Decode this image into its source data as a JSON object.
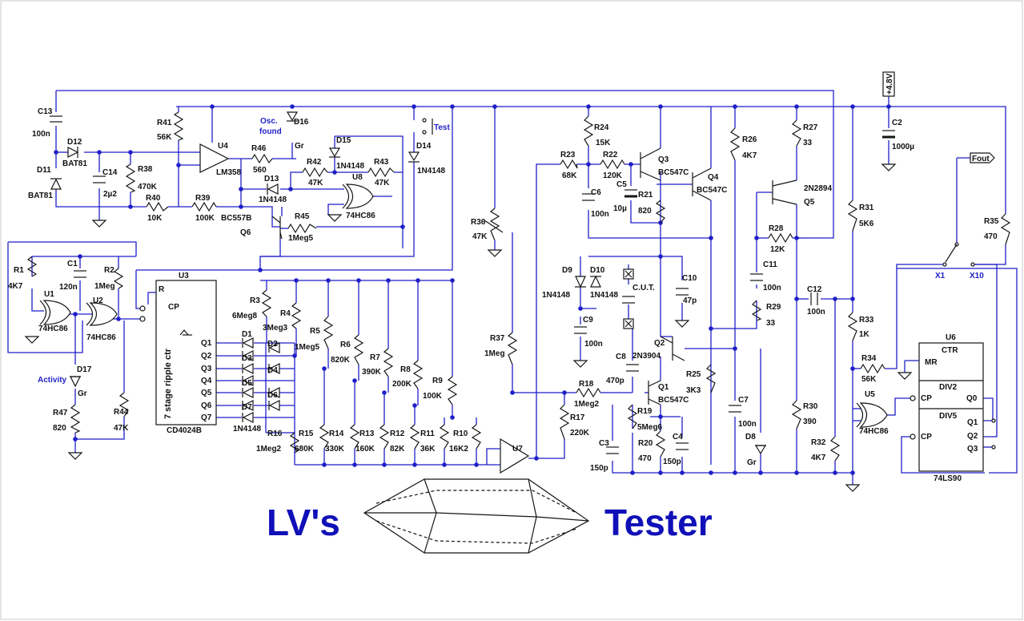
{
  "title": {
    "left": "LV's",
    "right": "Tester"
  },
  "supply": "+4.8V",
  "notes": {
    "osc": "Osc.",
    "found": "found",
    "activity": "Activity",
    "test": "Test",
    "cut": "C.U.T.",
    "fout": "Fout",
    "x1": "X1",
    "x10": "X10"
  },
  "ics": {
    "u1": "U1",
    "u1t": "74HC86",
    "u2": "U2",
    "u2t": "74HC86",
    "u3": "U3",
    "u3t": "CD4024B",
    "u3i": "7 stage ripple ctr",
    "u4": "U4",
    "u4t": "LM358",
    "u5": "U5",
    "u5t": "74HC86",
    "u6": "U6",
    "u6t": "74LS90",
    "u7": "U7",
    "u8": "U8",
    "u8t": "74HC86",
    "ctr": "CTR",
    "mr": "MR",
    "div2": "DIV2",
    "div5": "DIV5",
    "cp": "CP",
    "r": "R",
    "q0": "Q0",
    "q1": "Q1",
    "q2": "Q2",
    "q3": "Q3",
    "qa": "Q1",
    "qb": "Q2",
    "qc": "Q3",
    "qd": "Q4",
    "qe": "Q5",
    "qf": "Q6",
    "qg": "Q7"
  },
  "parts": {
    "R1": "R1",
    "R1v": "4K7",
    "R2": "R2",
    "R2v": "1Meg",
    "R3": "R3",
    "R3v": "6Meg8",
    "R4": "R4",
    "R4v": "3Meg3",
    "R5": "R5",
    "R5v": "1Meg5",
    "R6": "R6",
    "R6v": "820K",
    "R7": "R7",
    "R7v": "390K",
    "R8": "R8",
    "R8v": "200K",
    "R9": "R9",
    "R9v": "100K",
    "R10": "R10",
    "R10v": "16K2",
    "R11": "R11",
    "R11v": "36K",
    "R12": "R12",
    "R12v": "82K",
    "R13": "R13",
    "R13v": "160K",
    "R14": "R14",
    "R14v": "330K",
    "R15": "R15",
    "R15v": "680K",
    "R16": "R16",
    "R16v": "1Meg2",
    "R17": "R17",
    "R17v": "220K",
    "R18": "R18",
    "R18v": "1Meg2",
    "R19": "R19",
    "R19v": "5Meg6",
    "R20": "R20",
    "R20v": "470",
    "R21": "R21",
    "R21v": "820",
    "R22": "R22",
    "R22v": "120K",
    "R23": "R23",
    "R23v": "68K",
    "R24": "R24",
    "R24v": "15K",
    "R25": "R25",
    "R25v": "3K3",
    "R26": "R26",
    "R26v": "4K7",
    "R27": "R27",
    "R27v": "33",
    "R28": "R28",
    "R28v": "12K",
    "R29": "R29",
    "R29v": "33",
    "R30": "R30",
    "R30v": "390",
    "R31": "R31",
    "R31v": "5K6",
    "R32": "R32",
    "R32v": "4K7",
    "R33": "R33",
    "R33v": "1K",
    "R34": "R34",
    "R34v": "56K",
    "R35": "R35",
    "R35v": "470",
    "R36": "R36",
    "R36v": "47K",
    "R37": "R37",
    "R37v": "1Meg",
    "R38": "R38",
    "R38v": "470K",
    "R39": "R39",
    "R39v": "100K",
    "R40": "R40",
    "R40v": "10K",
    "R41": "R41",
    "R41v": "56K",
    "R42": "R42",
    "R42v": "47K",
    "R43": "R43",
    "R43v": "47K",
    "R44": "R44",
    "R44v": "47K",
    "R45": "R45",
    "R45v": "1Meg5",
    "R46": "R46",
    "R46v": "560",
    "R47": "R47",
    "R47v": "820",
    "C1": "C1",
    "C1v": "120n",
    "C2": "C2",
    "C2v": "1000µ",
    "C3": "C3",
    "C3v": "150p",
    "C4": "C4",
    "C4v": "150p",
    "C5": "C5",
    "C5v": "10µ",
    "C6": "C6",
    "C6v": "100n",
    "C7": "C7",
    "C7v": "100n",
    "C8": "C8",
    "C8v": "470p",
    "C9": "C9",
    "C9v": "100n",
    "C10": "C10",
    "C10v": "47p",
    "C11": "C11",
    "C11v": "100n",
    "C12": "C12",
    "C12v": "100n",
    "C13": "C13",
    "C13v": "100n",
    "C14": "C14",
    "C14v": "2µ2",
    "D1": "D1",
    "D2": "D2",
    "D3": "D3",
    "D4": "D4",
    "D5": "D5",
    "D6": "D6",
    "D7": "D7",
    "D7v": "1N4148",
    "D8": "D8",
    "D8v": "Gr",
    "D9": "D9",
    "D9v": "1N4148",
    "D10": "D10",
    "D10v": "1N4148",
    "D11": "D11",
    "D11v": "BAT81",
    "D12": "D12",
    "D12v": "BAT81",
    "D13": "D13",
    "D13v": "1N4148",
    "D14": "D14",
    "D14v": "1N4148",
    "D15": "D15",
    "D15v": "1N4148",
    "D16": "D16",
    "D16v": "Gr",
    "D17": "D17",
    "D17v": "Gr",
    "Q1": "Q1",
    "Q1v": "BC547C",
    "Q2": "Q2",
    "Q2v": "2N3904",
    "Q3": "Q3",
    "Q3v": "BC547C",
    "Q4": "Q4",
    "Q4v": "BC547C",
    "Q5": "Q5",
    "Q5v": "2N2894",
    "Q6": "Q6",
    "Q6v": "BC557B"
  }
}
